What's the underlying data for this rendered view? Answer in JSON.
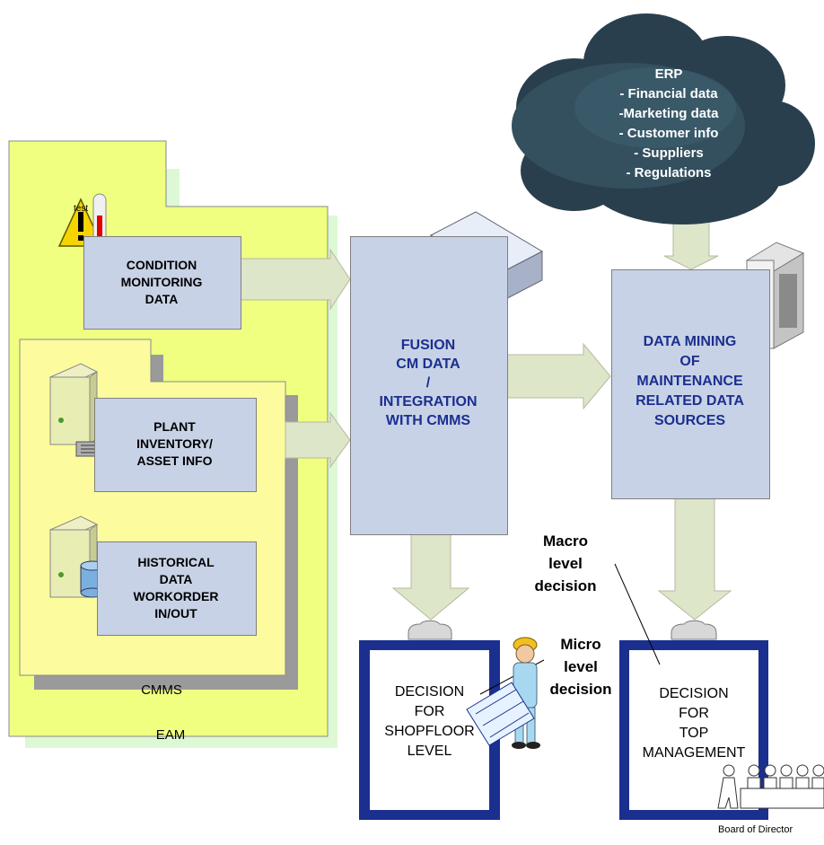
{
  "eam": {
    "label": "EAM"
  },
  "cmms": {
    "label": "CMMS"
  },
  "condition_monitoring": {
    "lines": [
      "CONDITION",
      "MONITORING",
      "DATA"
    ],
    "icon_label": "test"
  },
  "plant_inventory": {
    "lines": [
      "PLANT",
      "INVENTORY/",
      "ASSET INFO"
    ]
  },
  "historical_data": {
    "lines": [
      "HISTORICAL",
      "DATA",
      "WORKORDER",
      "IN/OUT"
    ]
  },
  "fusion": {
    "lines": [
      "FUSION",
      "CM DATA",
      "/",
      "INTEGRATION",
      "WITH CMMS"
    ]
  },
  "erp": {
    "lines": [
      "ERP",
      "- Financial data",
      "-Marketing data",
      "- Customer info",
      "- Suppliers",
      "- Regulations"
    ]
  },
  "data_mining": {
    "lines": [
      "DATA MINING",
      "OF",
      "MAINTENANCE",
      "RELATED DATA",
      "SOURCES"
    ]
  },
  "macro": {
    "lines": [
      "Macro",
      "level",
      "decision"
    ]
  },
  "micro": {
    "lines": [
      "Micro",
      "level",
      "decision"
    ]
  },
  "decision_shopfloor": {
    "lines": [
      "DECISION",
      "FOR",
      "SHOPFLOOR",
      "LEVEL"
    ]
  },
  "decision_top": {
    "lines": [
      "DECISION",
      "FOR",
      "TOP",
      "MANAGEMENT"
    ]
  },
  "board": {
    "label": "Board of Director"
  },
  "colors": {
    "eam_fill": "#f0ff80",
    "cmms_fill": "#fcfc9e",
    "box_fill": "#c8d2e6",
    "arrow_fill": "#dde6c9",
    "navy": "#1b2f8f",
    "cloud": "#2a3f4e"
  }
}
